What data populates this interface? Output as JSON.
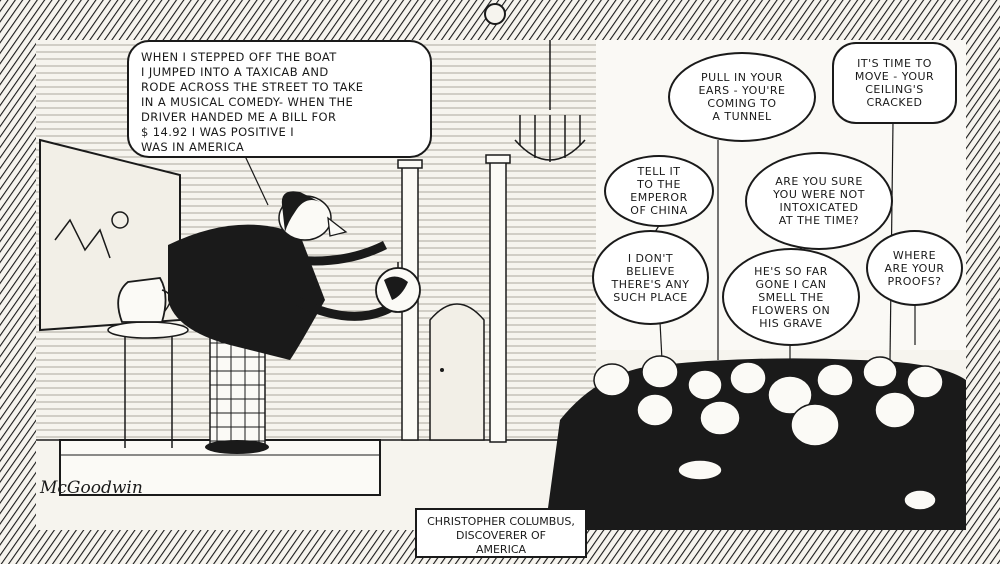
{
  "narration": "When I stepped off the boat\nI jumped into a taxicab and\nrode across the street to take\nin a musical comedy- when the\ndriver handed me a bill for\n$ 14.92 I was positive I\nwas in America",
  "bubbles": {
    "pull_in": "Pull in your\nears - you're\ncoming to\na tunnel",
    "time_to_move": "It's time to\nmove - your\nceiling's\ncracked",
    "emperor": "Tell it\nto the\nemperor\nof China",
    "intoxicated": "Are you sure\nyou were not\nintoxicated\nat the time?",
    "no_such_place": "I don't\nbelieve\nthere's any\nsuch place",
    "flowers": "He's so far\ngone I can\nsmell the\nflowers on\nhis grave",
    "proofs": "Where\nare your\nproofs?"
  },
  "caption": "Christopher Columbus,\ndiscoverer of\nAmerica",
  "signature": "McGoodwin",
  "colors": {
    "ink": "#1a1a1a",
    "paper": "#f6f4ee",
    "bubble": "#ffffff"
  },
  "icons": [
    "globe-icon",
    "pitcher-icon",
    "chandelier-icon",
    "column-icon"
  ]
}
